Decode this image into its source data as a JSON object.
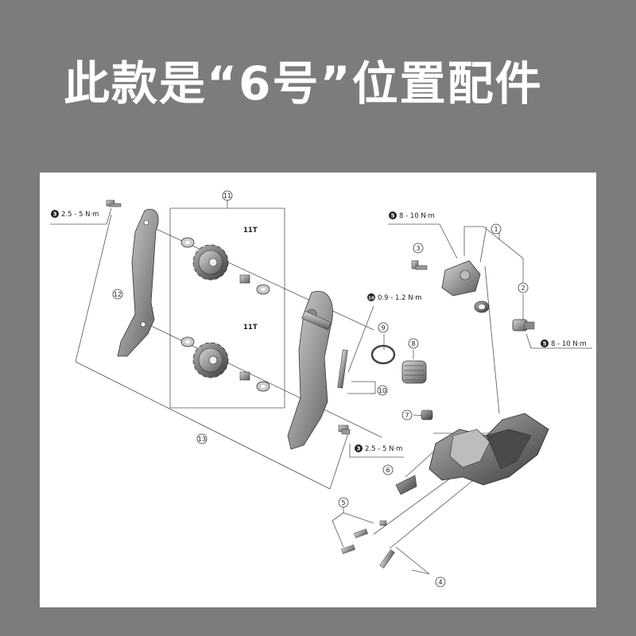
{
  "headline": "此款是“6号”位置配件",
  "diagram": {
    "teeth_upper": "11T",
    "teeth_lower": "11T",
    "callouts": [
      "1",
      "2",
      "3",
      "4",
      "5",
      "6",
      "7",
      "8",
      "9",
      "10",
      "11",
      "12",
      "13"
    ],
    "torque_specs": [
      {
        "id": "t1",
        "badge": "3",
        "text": "2.5 - 5 N·m"
      },
      {
        "id": "t2",
        "badge": "5",
        "text": "8 - 10 N·m"
      },
      {
        "id": "t3",
        "badge": "10",
        "text": "0.9 - 1.2 N·m"
      },
      {
        "id": "t4",
        "badge": "5",
        "text": "8 - 10 N·m"
      },
      {
        "id": "t5",
        "badge": "3",
        "text": "2.5 - 5 N·m"
      }
    ]
  }
}
